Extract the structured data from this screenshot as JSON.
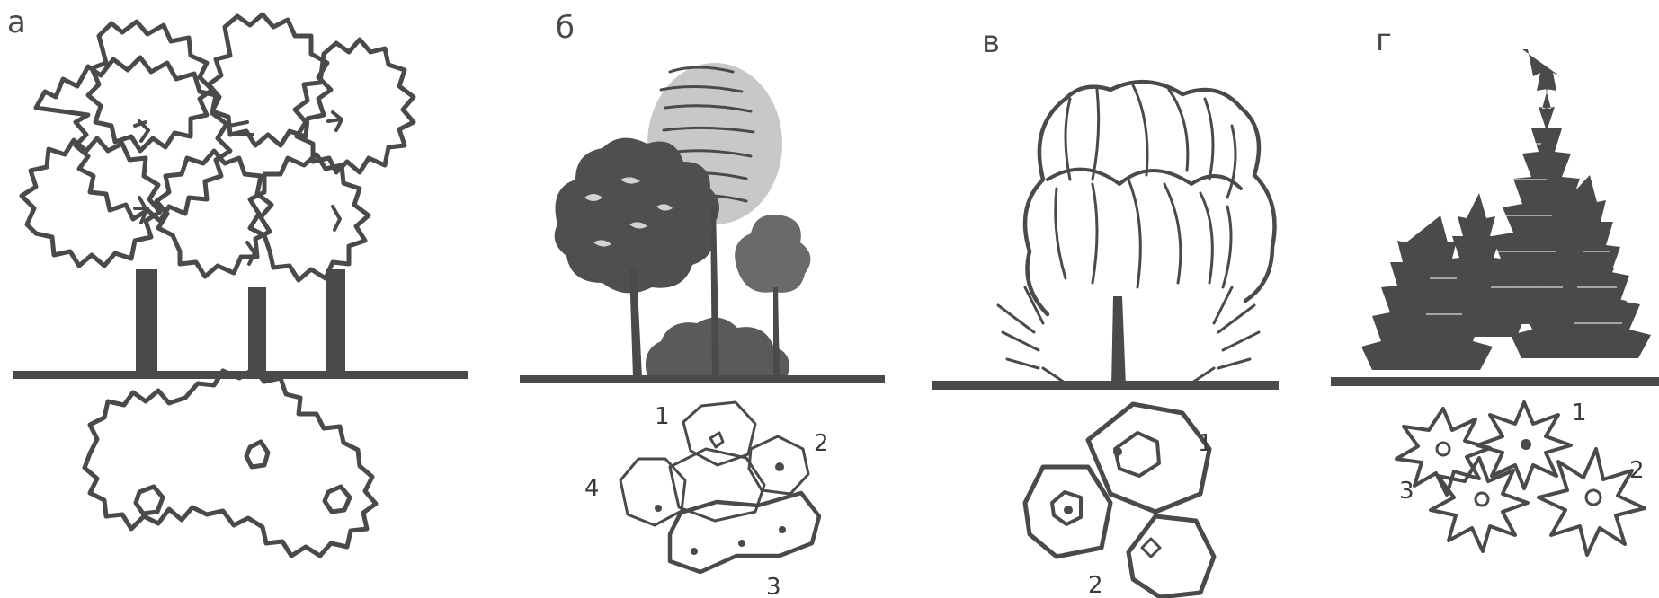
{
  "panels": [
    {
      "letter": "а",
      "plan_labels": []
    },
    {
      "letter": "б",
      "plan_labels": [
        "1",
        "2",
        "3",
        "4"
      ]
    },
    {
      "letter": "в",
      "plan_labels": [
        "1",
        "2"
      ]
    },
    {
      "letter": "г",
      "plan_labels": [
        "1",
        "2",
        "3"
      ]
    }
  ]
}
